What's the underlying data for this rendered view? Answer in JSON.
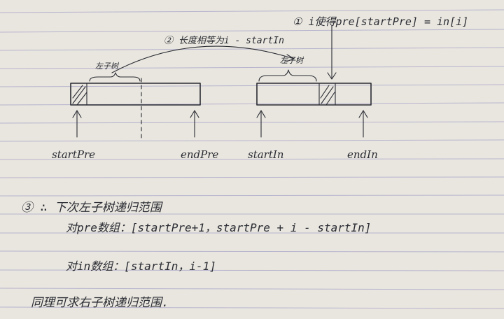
{
  "notebook": {
    "rule_color": "#b7b4ce",
    "paper_color": "#e9e6df",
    "ink_color": "#2a2c33"
  },
  "annotations": {
    "step1": "① i使得pre[startPre] = in[i]",
    "step2": "② 长度相等为i - startIn",
    "left_subtree_pre": "左子树",
    "left_subtree_in": "左子树"
  },
  "pointers": {
    "start_pre": "startPre",
    "end_pre": "endPre",
    "start_in": "startIn",
    "end_in": "endIn"
  },
  "notes": {
    "line1": "③ ∴ 下次左子树递归范围",
    "line2": "对pre数组：[startPre+1，startPre + i - startIn]",
    "line3": "对in数组：[startIn，i-1]",
    "line4": "同理可求右子树递归范围."
  }
}
